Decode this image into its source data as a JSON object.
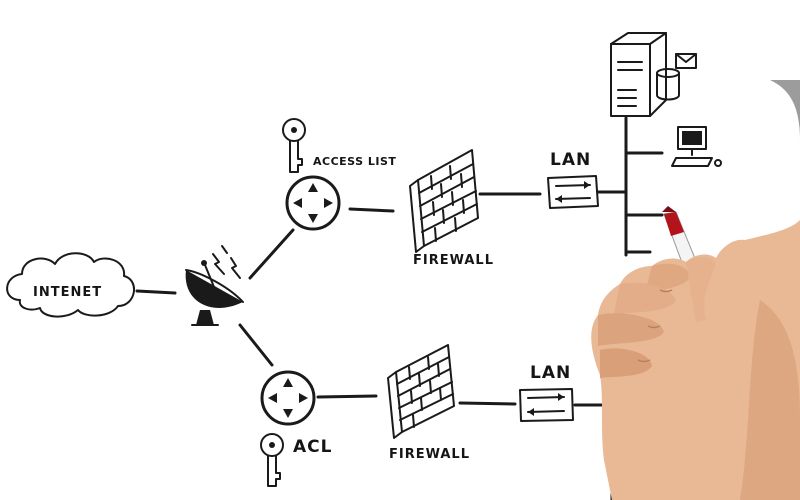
{
  "labels": {
    "internet": "INTENET",
    "access_list": "ACCESS LIST",
    "acl": "ACL",
    "firewall_top": "FIREWALL",
    "firewall_bottom": "FIREWALL",
    "lan_top": "LAN",
    "lan_bottom": "LAN"
  },
  "icons": {
    "cloud": "cloud-icon",
    "satellite": "satellite-dish-icon",
    "router": "router-icon",
    "key": "key-icon",
    "firewall": "brick-wall-icon",
    "switch": "switch-icon",
    "server": "server-icon",
    "mail": "mail-icon",
    "database": "database-icon",
    "desktop": "desktop-computer-icon",
    "hand": "hand-with-marker-icon"
  },
  "colors": {
    "ink": "#1a1a1a",
    "background": "#ffffff",
    "skin": "#e9b894",
    "marker_cap": "#b3141c"
  }
}
